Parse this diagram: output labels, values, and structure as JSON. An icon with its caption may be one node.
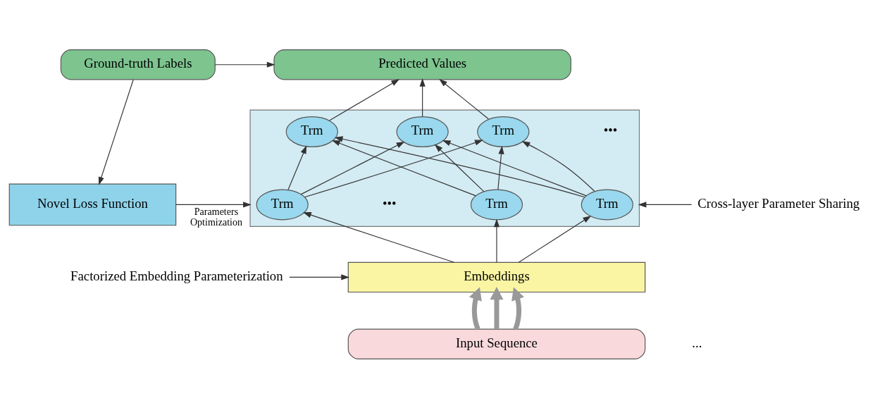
{
  "diagram": {
    "nodes": [
      {
        "text": [
          "Ground-truth Labels"
        ]
      },
      {
        "text": [
          "Predicted Values"
        ]
      },
      {
        "text": [
          "Novel Loss Function"
        ]
      },
      {
        "text": [],
        "shape": "box"
      },
      {
        "text": [
          "Trm"
        ],
        "in": 3
      },
      {
        "text": [
          "Trm"
        ],
        "in": 3
      },
      {
        "text": [
          "Trm"
        ],
        "in": 3
      },
      {
        "text": [
          "Trm"
        ],
        "in": 3
      },
      {
        "text": [
          "Trm"
        ],
        "in": 3
      },
      {
        "text": [
          "Trm"
        ],
        "in": 3
      },
      {
        "text": [
          "Embeddings"
        ]
      },
      {
        "text": [
          "Input Sequence"
        ]
      },
      {
        "text": [
          "Cross-layer Parameter Sharing"
        ]
      },
      {
        "text": [
          "Factorized Embedding Parameterization"
        ]
      }
    ],
    "edges": [
      {
        "from": 0,
        "to": 1,
        "arrow": "to"
      },
      {
        "from": 0,
        "to": 2,
        "arrow": "to"
      },
      {
        "from": 2,
        "to": 3,
        "arrow": "to",
        "label": "Parameters Optimization"
      },
      {
        "from": 4,
        "to": 1,
        "arrow": "to"
      },
      {
        "from": 5,
        "to": 1,
        "arrow": "to"
      },
      {
        "from": 6,
        "to": 1,
        "arrow": "to"
      },
      {
        "from": 7,
        "to": 4,
        "arrow": "to"
      },
      {
        "from": 7,
        "to": 5,
        "arrow": "to"
      },
      {
        "from": 7,
        "to": 6,
        "arrow": "to"
      },
      {
        "from": 8,
        "to": 4,
        "arrow": "to"
      },
      {
        "from": 8,
        "to": 5,
        "arrow": "to"
      },
      {
        "from": 8,
        "to": 6,
        "arrow": "to"
      },
      {
        "from": 9,
        "to": 4,
        "arrow": "to"
      },
      {
        "from": 9,
        "to": 5,
        "arrow": "to"
      },
      {
        "from": 9,
        "to": 6,
        "arrow": "to"
      },
      {
        "from": 10,
        "to": 7,
        "arrow": "to"
      },
      {
        "from": 10,
        "to": 8,
        "arrow": "to"
      },
      {
        "from": 10,
        "to": 9,
        "arrow": "to"
      },
      {
        "from": 11,
        "to": 10,
        "arrow": "to",
        "style": "thick",
        "color": "#999999"
      },
      {
        "from": 11,
        "to": 10,
        "arrow": "to",
        "style": "thick",
        "color": "#999999"
      },
      {
        "from": 11,
        "to": 10,
        "arrow": "to",
        "style": "thick",
        "color": "#999999"
      },
      {
        "from": 12,
        "to": 3,
        "arrow": "to"
      },
      {
        "from": 13,
        "to": 10,
        "arrow": "to"
      }
    ],
    "labels": [
      "•••",
      "•••",
      "..."
    ]
  }
}
